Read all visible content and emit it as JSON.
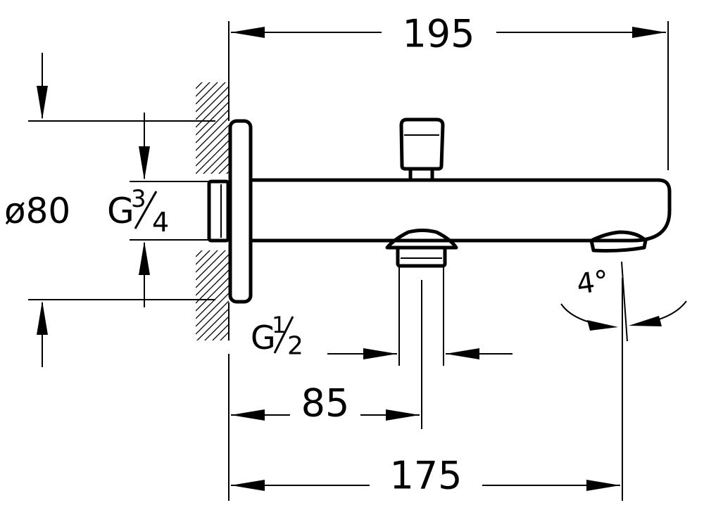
{
  "dimensions": {
    "overall_length": "195",
    "spout_reach": "175",
    "outlet_offset": "85",
    "flange_diameter": "ø80",
    "wall_thread": {
      "letter": "G",
      "numerator": "3",
      "denominator": "4"
    },
    "outlet_thread": {
      "letter": "G",
      "numerator": "1",
      "denominator": "2"
    },
    "spout_angle": "4°"
  }
}
